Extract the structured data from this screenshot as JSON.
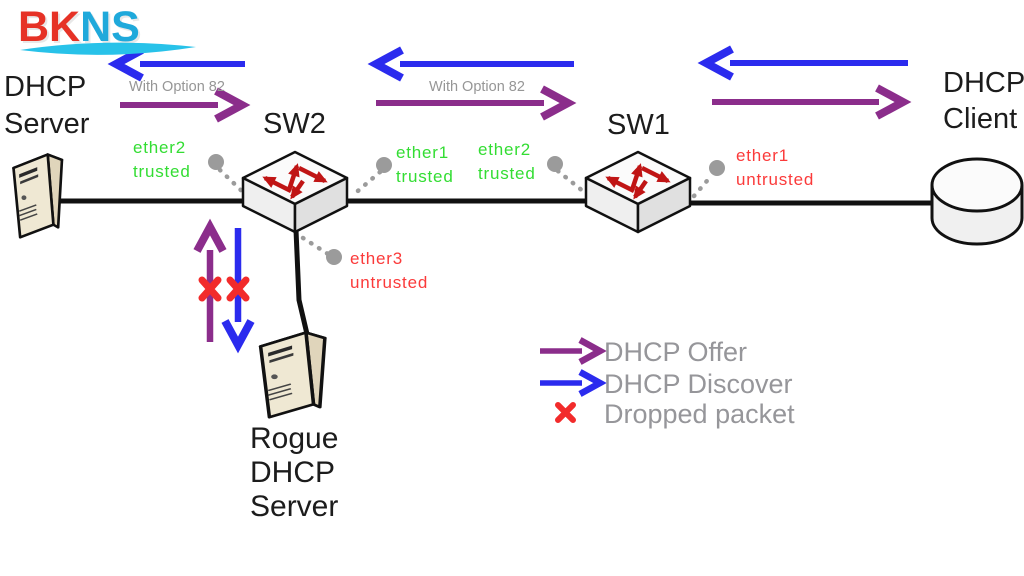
{
  "logo": {
    "red_part": "BK",
    "cyan_part": "NS"
  },
  "nodes": {
    "dhcp_server": {
      "line1": "DHCP",
      "line2": "Server"
    },
    "sw2": {
      "label": "SW2"
    },
    "sw1": {
      "label": "SW1"
    },
    "dhcp_client": {
      "line1": "DHCP",
      "line2": "Client"
    },
    "rogue_dhcp_server": {
      "line1": "Rogue",
      "line2": "DHCP",
      "line3": "Server"
    }
  },
  "flow_annotations": {
    "left_with_option82": "With Option 82",
    "middle_with_option82": "With Option 82"
  },
  "ports": {
    "sw2_left": {
      "name": "ether2",
      "status": "trusted"
    },
    "sw2_right": {
      "name": "ether1",
      "status": "trusted"
    },
    "sw2_bottom": {
      "name": "ether3",
      "status": "untrusted"
    },
    "sw1_left": {
      "name": "ether2",
      "status": "trusted"
    },
    "sw1_right": {
      "name": "ether1",
      "status": "untrusted"
    }
  },
  "legend": {
    "offer_label": "DHCP Offer",
    "discover_label": "DHCP Discover",
    "dropped_label": "Dropped packet"
  },
  "colors": {
    "dhcp_discover_blue": "#2b2bee",
    "dhcp_offer_purple": "#8b2d8b",
    "dropped_red": "#f22b2b",
    "trusted_green": "#33dd33",
    "untrusted_red": "#fb3a3a",
    "option82_gray": "#969696",
    "legend_text_gray": "#96969a",
    "switch_arrow_red": "#c01515",
    "port_dot_gray": "#9b9b9b",
    "logo_red": "#e63226",
    "logo_cyan": "#1fa9db",
    "cable_black": "#111111"
  }
}
